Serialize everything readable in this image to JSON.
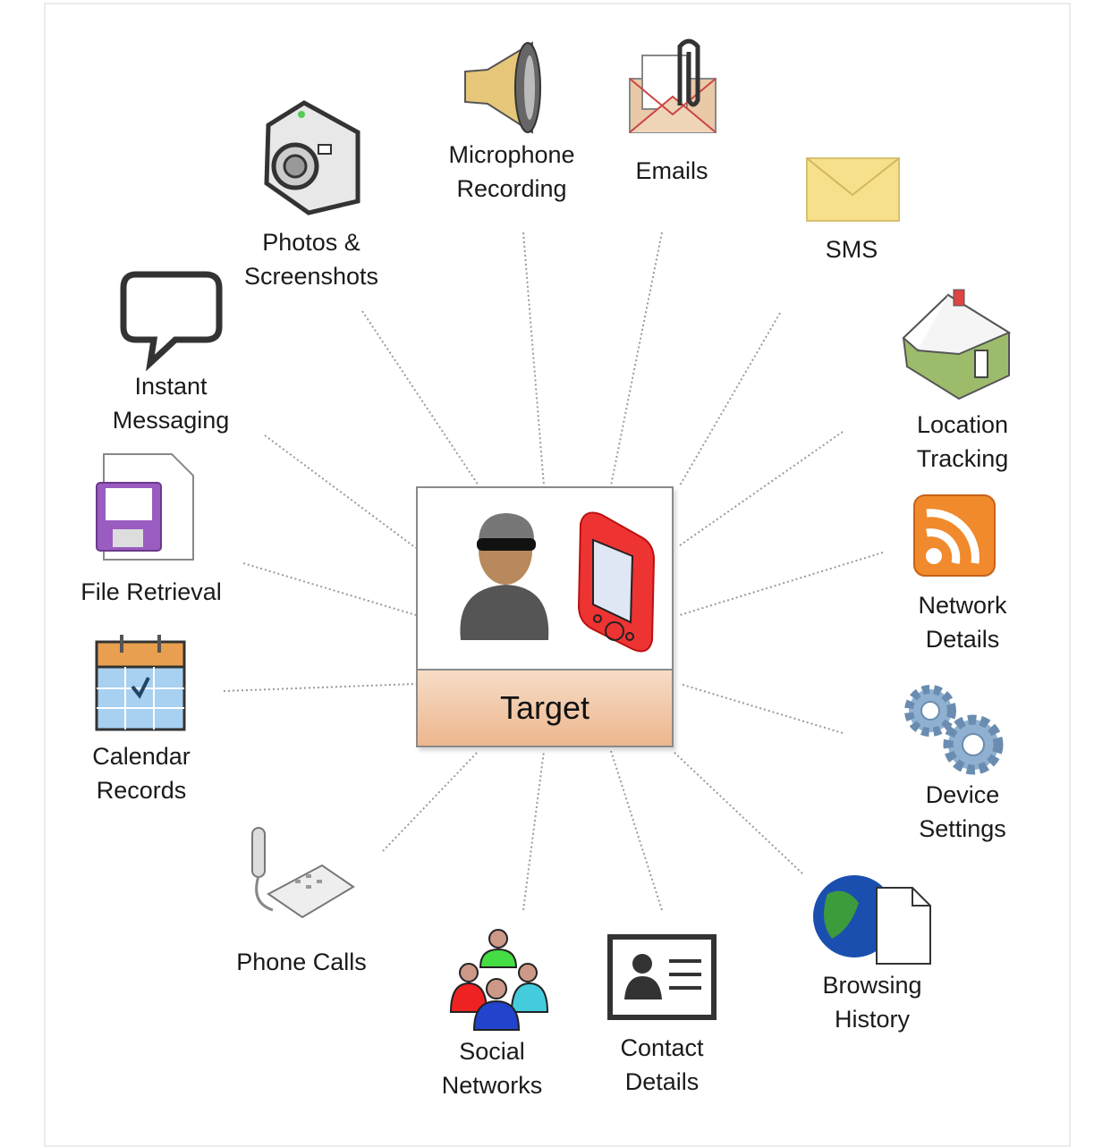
{
  "center": {
    "label": "Target",
    "icons": [
      "masked-person-icon",
      "red-mobile-device-icon"
    ]
  },
  "items": [
    {
      "id": "photos",
      "label": "Photos &\nScreenshots",
      "icon": "camera-icon"
    },
    {
      "id": "microphone",
      "label": "Microphone\nRecording",
      "icon": "speaker-icon"
    },
    {
      "id": "emails",
      "label": "Emails",
      "icon": "envelope-paperclip-icon"
    },
    {
      "id": "sms",
      "label": "SMS",
      "icon": "envelope-icon"
    },
    {
      "id": "location",
      "label": "Location\nTracking",
      "icon": "house-icon"
    },
    {
      "id": "network",
      "label": "Network\nDetails",
      "icon": "rss-icon"
    },
    {
      "id": "device",
      "label": "Device\nSettings",
      "icon": "gears-icon"
    },
    {
      "id": "browsing",
      "label": "Browsing\nHistory",
      "icon": "globe-document-icon"
    },
    {
      "id": "contact",
      "label": "Contact\nDetails",
      "icon": "contact-card-icon"
    },
    {
      "id": "social",
      "label": "Social\nNetworks",
      "icon": "people-group-icon"
    },
    {
      "id": "phone",
      "label": "Phone Calls",
      "icon": "telephone-icon"
    },
    {
      "id": "calendar",
      "label": "Calendar\nRecords",
      "icon": "calendar-icon"
    },
    {
      "id": "file",
      "label": "File Retrieval",
      "icon": "floppy-document-icon"
    },
    {
      "id": "im",
      "label": "Instant\nMessaging",
      "icon": "speech-bubble-icon"
    }
  ],
  "colors": {
    "band_top": "#f6dcc6",
    "band_bottom": "#edb78e",
    "line": "#9a9a9a"
  }
}
